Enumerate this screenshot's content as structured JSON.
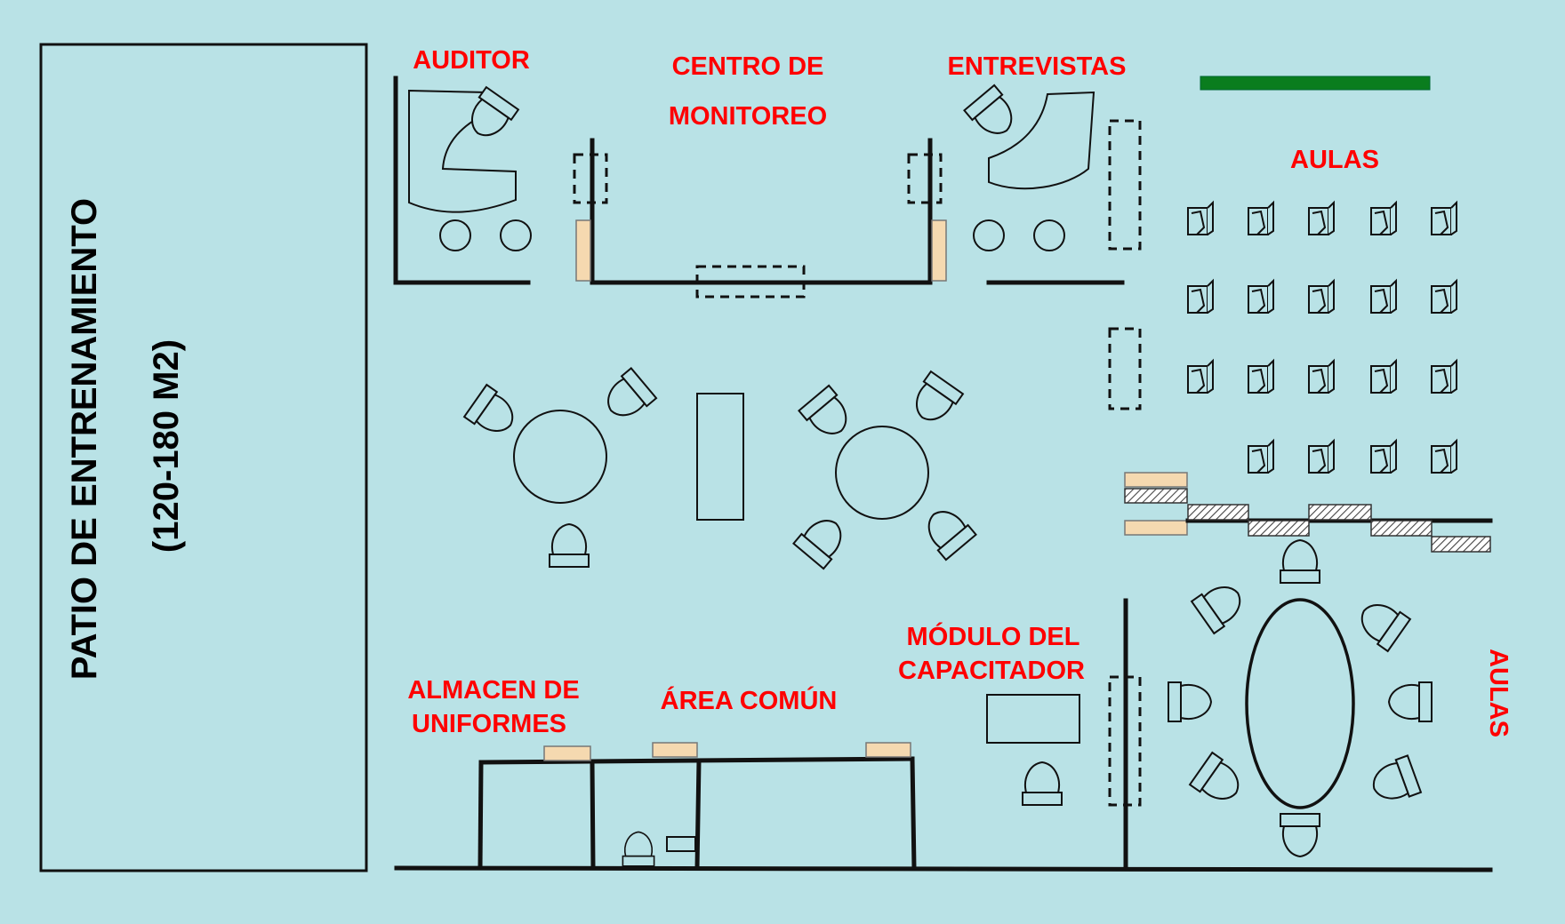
{
  "labels": {
    "patio_line1": "PATIO DE ENTRENAMIENTO",
    "patio_line2": "(120-180 M2)",
    "auditor": "AUDITOR",
    "centro_line1": "CENTRO DE",
    "centro_line2": "MONITOREO",
    "entrevistas": "ENTREVISTAS",
    "aulas_top": "AULAS",
    "aulas_side": "AULAS",
    "almacen_line1": "ALMACEN DE",
    "almacen_line2": "UNIFORMES",
    "area_comun": "ÁREA COMÚN",
    "modulo_line1": "MÓDULO DEL",
    "modulo_line2": "CAPACITADOR"
  },
  "colors": {
    "background": "#b9e2e6",
    "label_red": "#ff0000",
    "board_green": "#0a7d1e",
    "door_beige": "#f5d9b0"
  }
}
